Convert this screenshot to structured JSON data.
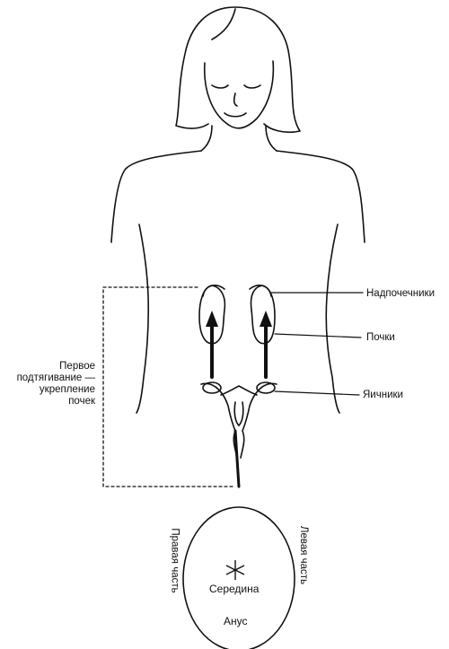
{
  "labels": {
    "adrenals": "Надпочечники",
    "kidneys": "Почки",
    "ovaries": "Яичники",
    "first_pull": "Первое\nподтягивание —\nукрепление\nпочек",
    "right_side": "Правая часть",
    "left_side": "Левая часть",
    "middle": "Середина",
    "anus": "Анус"
  },
  "colors": {
    "ink": "#111111",
    "background": "#ffffff"
  },
  "icons": {
    "center_mark": "asterisk-icon",
    "arrow": "arrow-up-icon"
  }
}
